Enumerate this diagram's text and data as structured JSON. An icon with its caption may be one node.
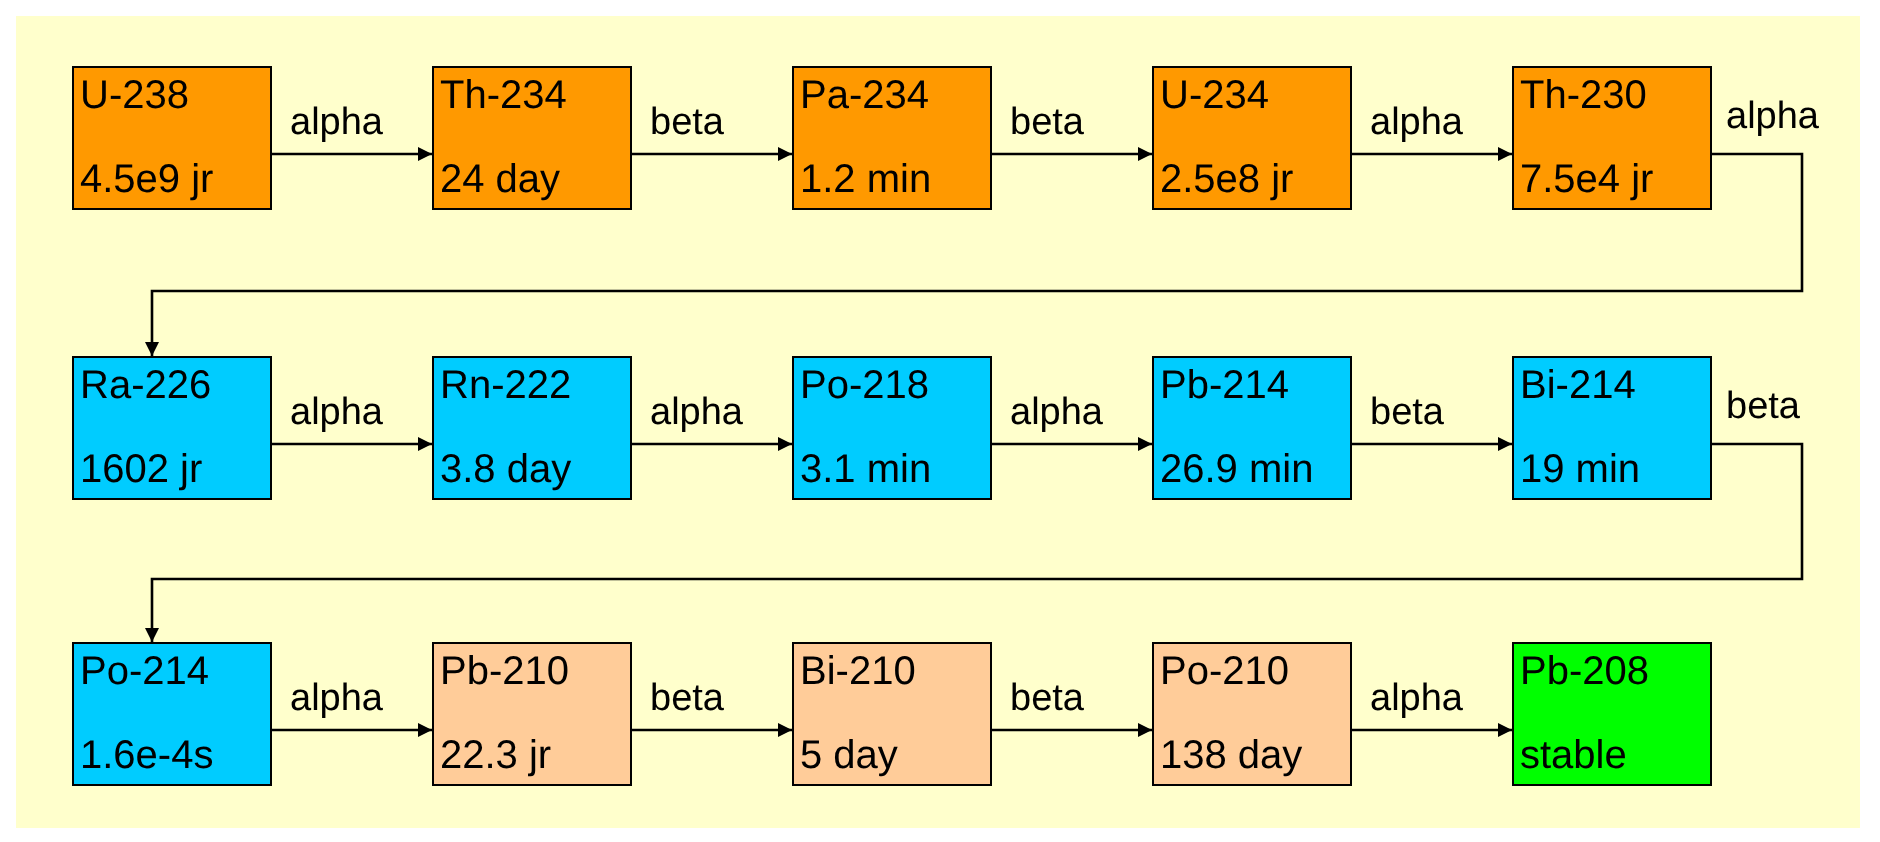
{
  "diagram": {
    "nodes": [
      {
        "text": [
          "U-238",
          "4.5e9 jr"
        ]
      },
      {
        "text": [
          "Th-234",
          "24 day"
        ]
      },
      {
        "text": [
          "Pa-234",
          "1.2 min"
        ]
      },
      {
        "text": [
          "U-234",
          "2.5e8 jr"
        ]
      },
      {
        "text": [
          "Th-230",
          "7.5e4 jr"
        ]
      },
      {
        "text": [
          "Ra-226",
          "1602 jr"
        ]
      },
      {
        "text": [
          "Rn-222",
          "3.8 day"
        ]
      },
      {
        "text": [
          "Po-218",
          "3.1 min"
        ]
      },
      {
        "text": [
          "Pb-214",
          "26.9 min"
        ]
      },
      {
        "text": [
          "Bi-214",
          "19 min"
        ]
      },
      {
        "text": [
          "Po-214",
          "1.6e-4s"
        ]
      },
      {
        "text": [
          "Pb-210",
          "22.3 jr"
        ]
      },
      {
        "text": [
          "Bi-210",
          "5 day"
        ]
      },
      {
        "text": [
          "Po-210",
          "138 day"
        ]
      },
      {
        "text": [
          "Pb-208",
          "stable"
        ]
      }
    ],
    "edges": [
      {
        "from": 0,
        "to": 1,
        "arrow": "to",
        "label": "alpha"
      },
      {
        "from": 1,
        "to": 2,
        "arrow": "to",
        "label": "beta"
      },
      {
        "from": 2,
        "to": 3,
        "arrow": "to",
        "label": "beta"
      },
      {
        "from": 3,
        "to": 4,
        "arrow": "to",
        "label": "alpha"
      },
      {
        "from": 4,
        "to": 5,
        "arrow": "to",
        "label": "alpha"
      },
      {
        "from": 5,
        "to": 6,
        "arrow": "to",
        "label": "alpha"
      },
      {
        "from": 6,
        "to": 7,
        "arrow": "to",
        "label": "alpha"
      },
      {
        "from": 7,
        "to": 8,
        "arrow": "to",
        "label": "alpha"
      },
      {
        "from": 8,
        "to": 9,
        "arrow": "to",
        "label": "beta"
      },
      {
        "from": 9,
        "to": 10,
        "arrow": "to",
        "label": "beta"
      },
      {
        "from": 10,
        "to": 11,
        "arrow": "to",
        "label": "alpha"
      },
      {
        "from": 11,
        "to": 12,
        "arrow": "to",
        "label": "beta"
      },
      {
        "from": 12,
        "to": 13,
        "arrow": "to",
        "label": "beta"
      },
      {
        "from": 13,
        "to": 14,
        "arrow": "to",
        "label": "alpha"
      }
    ]
  }
}
